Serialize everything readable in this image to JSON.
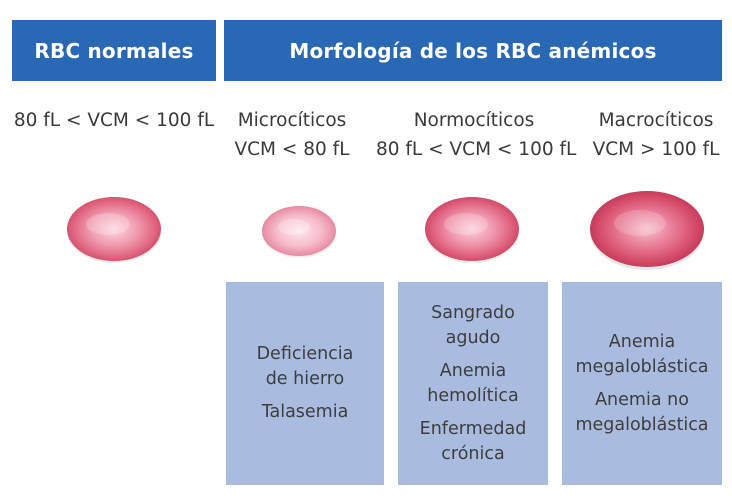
{
  "headers": {
    "normal": "RBC normales",
    "anemic": "Morfología de los RBC anémicos"
  },
  "columns": {
    "normal": {
      "vcm": [
        "80 fL < VCM < 100 fL"
      ]
    },
    "micro": {
      "vcm": [
        "Microcíticos",
        "VCM < 80 fL"
      ]
    },
    "normo": {
      "vcm": [
        "Normocíticos",
        "80 fL < VCM < 100 fL"
      ]
    },
    "macro": {
      "vcm": [
        "Macrocíticos",
        "VCM > 100 fL"
      ]
    }
  },
  "boxes": {
    "micro": [
      [
        "Deficiencia",
        "de hierro"
      ],
      [
        "Talasemia"
      ]
    ],
    "normo": [
      [
        "Sangrado",
        "agudo"
      ],
      [
        "Anemia",
        "hemolítica"
      ],
      [
        "Enfermedad",
        "crónica"
      ]
    ],
    "macro": [
      [
        "Anemia",
        "megaloblástica"
      ],
      [
        "Anemia no",
        "megaloblástica"
      ]
    ]
  },
  "colors": {
    "header_bg": "#2868b4",
    "box_bg": "#a9bcdf",
    "cell_mid": "#e0637e",
    "cell_dark": "#c9465f",
    "cell_light": "#fbd6df"
  }
}
